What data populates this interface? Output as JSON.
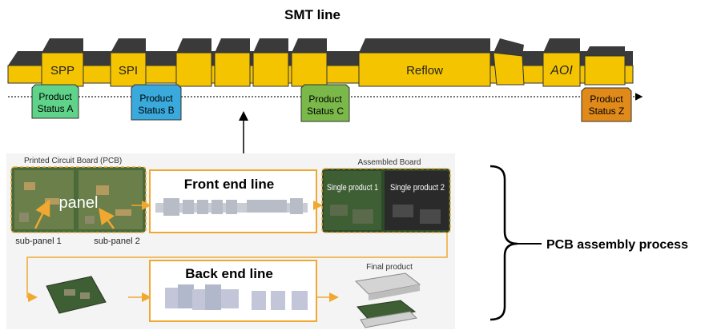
{
  "title": "SMT line",
  "smt_machines": [
    {
      "label": "SPP"
    },
    {
      "label": "SPI"
    },
    {
      "label": "Reflow"
    },
    {
      "label": "AOI"
    }
  ],
  "product_status": [
    {
      "line1": "Product",
      "line2": "Status A",
      "color": "#5fd38a"
    },
    {
      "line1": "Product",
      "line2": "Status B",
      "color": "#3aa9dc"
    },
    {
      "line1": "Product",
      "line2": "Status C",
      "color": "#7ab84a"
    },
    {
      "line1": "Product",
      "line2": "Status Z",
      "color": "#e08a1a"
    }
  ],
  "colors": {
    "machine_body": "#f5c400",
    "machine_top": "#3a3a3a",
    "frame": "#f0a830",
    "process_bg": "#f4f4f4"
  },
  "process": {
    "pcb_label": "Printed Circuit Board (PCB)",
    "panel_label": "panel",
    "sub_panel_1": "sub-panel 1",
    "sub_panel_2": "sub-panel 2",
    "front_end": "Front end line",
    "assembled_board": "Assembled Board",
    "single_product_1": "Single product 1",
    "single_product_2": "Single product 2",
    "back_end": "Back end line",
    "final_product": "Final product"
  },
  "brace_label": "PCB assembly process"
}
